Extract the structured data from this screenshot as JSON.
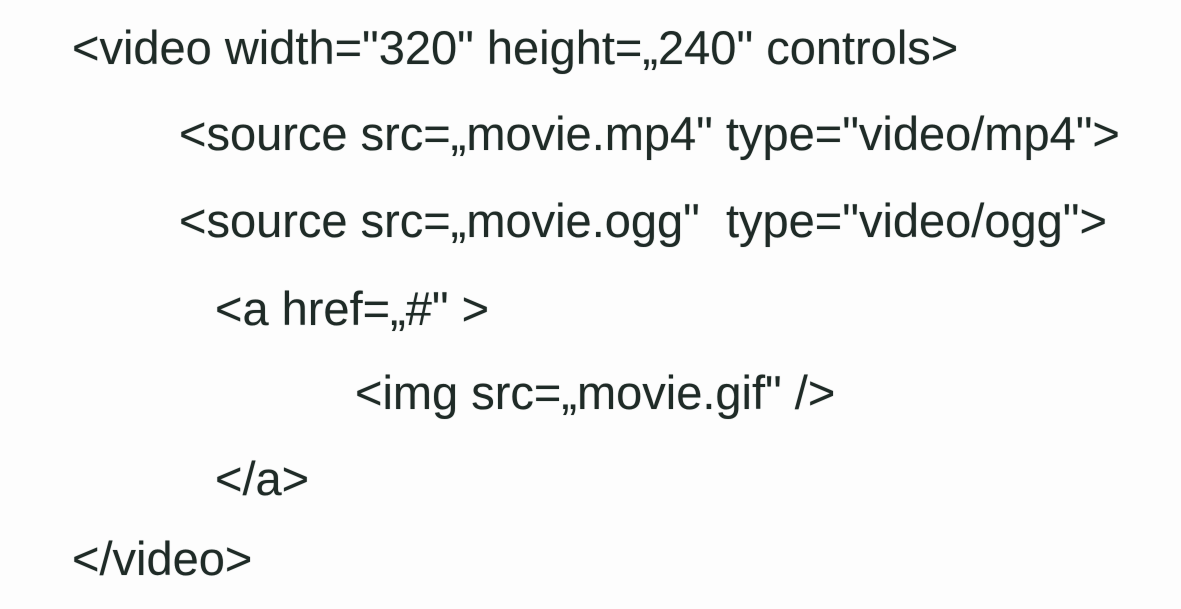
{
  "page": {
    "background_color": "#fdfdfd",
    "text_color": "#1f2b27"
  },
  "code_snippet": {
    "lines": [
      {
        "text": "<video width=\"320\" height=„240\" controls>"
      },
      {
        "text": "<source src=„movie.mp4\" type=\"video/mp4\">"
      },
      {
        "text": "<source src=„movie.ogg\"  type=\"video/ogg\">"
      },
      {
        "text": "<a href=„#\" >"
      },
      {
        "text": "<img src=„movie.gif\" />"
      },
      {
        "text": "</a>"
      },
      {
        "text": "</video>"
      }
    ]
  }
}
